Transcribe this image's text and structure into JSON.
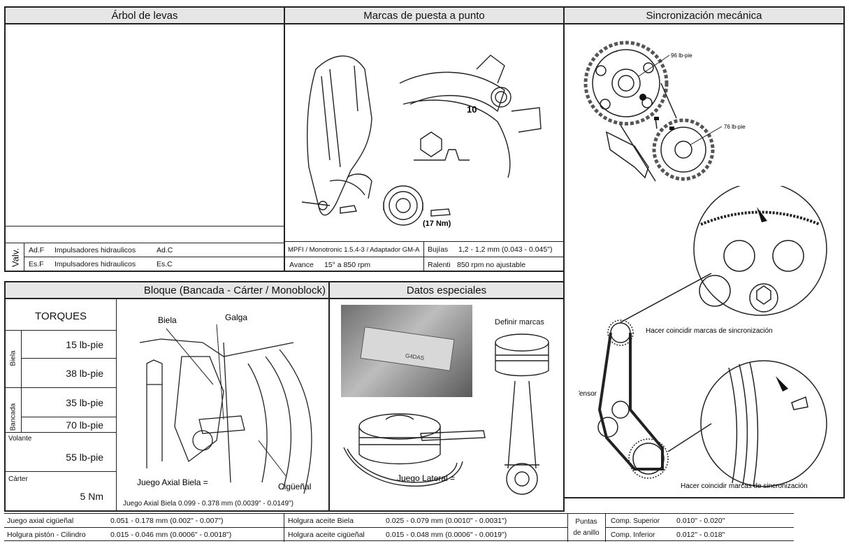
{
  "camshaft": {
    "title": "Árbol de levas",
    "valves_label": "Valv.",
    "row1": {
      "code": "Ad.F",
      "text": "Impulsadores hidraulicos",
      "code2": "Ad.C"
    },
    "row2": {
      "code": "Es.F",
      "text": "Impulsadores hidraulicos",
      "code2": "Es.C"
    }
  },
  "timing_marks": {
    "title": "Marcas de puesta a punto",
    "fig_label_10": "10",
    "fig_torque": "(17 Nm)",
    "system": "MPFI / Monotronic 1.5.4-3 / Adaptador GM-A",
    "spark_label": "Bujías",
    "spark_value": "1,2 - 1,2 mm (0.043 - 0.045\")",
    "advance_label": "Avance",
    "advance_value": "15° a 850 rpm",
    "idle_label": "Ralenti",
    "idle_value": "850 rpm no ajustable"
  },
  "mechanical_sync": {
    "title": "Sincronización mecánica",
    "torque_upper": "96 lb-pie",
    "torque_lower": "76 lb-pie",
    "note_upper": "Hacer coincidir  marcas de sincronización",
    "tensor_label": "Tensor",
    "note_lower": "Hacer coincidir  marcas de sincronización"
  },
  "block": {
    "title": "Bloque  (Bancada - Cárter / Monoblock)",
    "torques_title": "TORQUES",
    "biela_label": "Biela",
    "biela_values": [
      "15 lb-pie",
      "38 lb-pie"
    ],
    "bancada_label": "Bancada",
    "bancada_values": [
      "35 lb-pie",
      "70 lb-pie"
    ],
    "volante_label": "Volante",
    "volante_value": "55 lb-pie",
    "carter_label": "Cárter",
    "carter_value": "5 Nm",
    "fig_biela": "Biela",
    "fig_galga": "Galga",
    "fig_juego": "Juego Axial Biela =",
    "fig_ciguenal": "Cigüeñal",
    "axial_spec": "Juego Axial Biela 0.099 - 0.378 mm (0.0039\" - 0.0149\")"
  },
  "special": {
    "title": "Datos especiales",
    "define_marks": "Definir marcas",
    "lateral": "Juego Lateral =",
    "gauge_text": "G4DAS"
  },
  "bottom": {
    "r1c1_label": "Juego axial cigüeñal",
    "r1c1_value": "0.051 - 0.178 mm (0.002\" - 0.007\")",
    "r2c1_label": "Holgura pistón - Cilindro",
    "r2c1_value": "0.015 - 0.046 mm (0.0006\" - 0.0018\")",
    "r1c2_label": "Holgura aceite Biela",
    "r1c2_value": "0.025 - 0.079 mm (0.0010\" - 0.0031\")",
    "r2c2_label": "Holgura aceite cigüeñal",
    "r2c2_value": "0.015 - 0.048 mm (0.0006\" - 0.0019\")",
    "rings_label_1": "Puntas",
    "rings_label_2": "de anillo",
    "comp_sup_label": "Comp. Superior",
    "comp_sup_value": "0.010\" - 0.020\"",
    "comp_inf_label": "Comp. Inferior",
    "comp_inf_value": "0.012\" - 0.018\""
  }
}
